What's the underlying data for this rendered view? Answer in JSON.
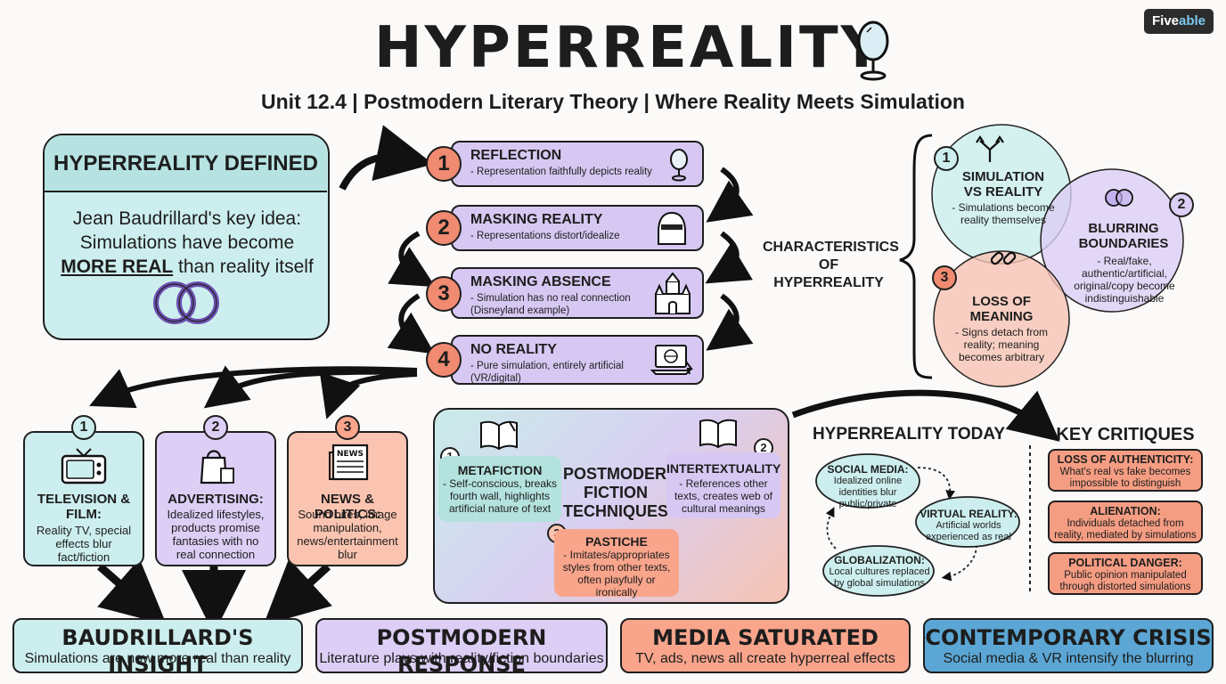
{
  "header": {
    "title": "HYPERREALITY",
    "subtitle": "Unit 12.4 | Postmodern Literary Theory | Where Reality Meets Simulation",
    "logo_a": "Five",
    "logo_b": "able"
  },
  "defined": {
    "heading": "HYPERREALITY DEFINED",
    "line1": "Jean Baudrillard's key idea:",
    "line2": "Simulations have become",
    "emph": "MORE REAL",
    "line3": " than reality itself"
  },
  "stages": [
    {
      "num": "1",
      "title": "REFLECTION",
      "desc": "- Representation faithfully depicts reality"
    },
    {
      "num": "2",
      "title": "MASKING REALITY",
      "desc": "- Representations distort/idealize"
    },
    {
      "num": "3",
      "title": "MASKING ABSENCE",
      "desc": "- Simulation has no real connection (Disneyland example)"
    },
    {
      "num": "4",
      "title": "NO REALITY",
      "desc": "- Pure simulation, entirely artificial (VR/digital)"
    }
  ],
  "characteristics": {
    "label_line1": "CHARACTERISTICS",
    "label_line2": "OF HYPERREALITY",
    "items": [
      {
        "num": "1",
        "title_line1": "SIMULATION",
        "title_line2": "VS REALITY",
        "desc_line1": "- Simulations become",
        "desc_line2": "reality themselves",
        "desc_line3": ""
      },
      {
        "num": "2",
        "title_line1": "BLURRING",
        "title_line2": "BOUNDARIES",
        "desc_line1": "- Real/fake,",
        "desc_line2": "authentic/artificial,",
        "desc_line3": "original/copy become",
        "desc_line4": "indistinguishable"
      },
      {
        "num": "3",
        "title_line1": "LOSS OF",
        "title_line2": "MEANING",
        "desc_line1": "- Signs detach from",
        "desc_line2": "reality; meaning",
        "desc_line3": "becomes arbitrary"
      }
    ]
  },
  "media": [
    {
      "num": "1",
      "title_line1": "TELEVISION &",
      "title_line2": "FILM:",
      "desc_line1": "Reality TV, special",
      "desc_line2": "effects blur",
      "desc_line3": "fact/fiction",
      "desc_line4": ""
    },
    {
      "num": "2",
      "title_line1": "ADVERTISING:",
      "title_line2": "",
      "desc_line1": "Idealized lifestyles,",
      "desc_line2": "products promise",
      "desc_line3": "fantasies with no",
      "desc_line4": "real connection"
    },
    {
      "num": "3",
      "title_line1": "NEWS & POLITICS:",
      "title_line2": "",
      "desc_line1": "Sound bites, image",
      "desc_line2": "manipulation,",
      "desc_line3": "news/entertainment",
      "desc_line4": "blur"
    }
  ],
  "fiction": {
    "center_line1": "POSTMODERN",
    "center_line2": "FICTION",
    "center_line3": "TECHNIQUES",
    "techniques": [
      {
        "num": "1",
        "title": "METAFICTION",
        "desc_line1": "- Self-conscious, breaks",
        "desc_line2": "fourth wall, highlights",
        "desc_line3": "artificial nature of text",
        "desc_line4": ""
      },
      {
        "num": "2",
        "title": "INTERTEXTUALITY",
        "desc_line1": "- References other",
        "desc_line2": "texts, creates web of",
        "desc_line3": "cultural meanings",
        "desc_line4": ""
      },
      {
        "num": "3",
        "title": "PASTICHE",
        "desc_line1": "- Imitates/appropriates",
        "desc_line2": "styles from other texts,",
        "desc_line3": "often playfully or",
        "desc_line4": "ironically"
      }
    ]
  },
  "today": {
    "heading": "HYPERREALITY TODAY",
    "items": [
      {
        "title": "SOCIAL MEDIA:",
        "desc_line1": "Idealized online",
        "desc_line2": "identities blur",
        "desc_line3": "public/private"
      },
      {
        "title": "VIRTUAL REALITY:",
        "desc_line1": "Artificial worlds",
        "desc_line2": "experienced as real",
        "desc_line3": ""
      },
      {
        "title": "GLOBALIZATION:",
        "desc_line1": "Local cultures replaced",
        "desc_line2": "by global simulations",
        "desc_line3": ""
      }
    ]
  },
  "critiques": {
    "heading": "KEY CRITIQUES",
    "items": [
      {
        "title": "LOSS OF AUTHENTICITY:",
        "desc_line1": "What's real vs fake becomes",
        "desc_line2": "impossible to distinguish"
      },
      {
        "title": "ALIENATION:",
        "desc_line1": "Individuals detached from",
        "desc_line2": "reality, mediated by simulations"
      },
      {
        "title": "POLITICAL DANGER:",
        "desc_line1": "Public opinion manipulated",
        "desc_line2": "through distorted simulations"
      }
    ]
  },
  "banners": [
    {
      "title": "BAUDRILLARD'S INSIGHT",
      "desc": "Simulations are now more real than reality"
    },
    {
      "title": "POSTMODERN RESPONSE",
      "desc": "Literature plays with reality/fiction boundaries"
    },
    {
      "title": "MEDIA SATURATED",
      "desc": "TV, ads, news all create hyperreal effects"
    },
    {
      "title": "CONTEMPORARY CRISIS",
      "desc": "Social media & VR intensify the blurring"
    }
  ],
  "icons": {
    "mirror": "mirror-icon",
    "mask": "veiled-mask-icon",
    "castle": "castle-icon",
    "vr": "laptop-vr-icon",
    "rings": "interlocking-rings-icon",
    "tv": "television-icon",
    "bag": "shopping-bag-icon",
    "news": "newspaper-icon",
    "book": "open-book-icon",
    "split": "split-arrow-icon",
    "link": "broken-link-icon"
  },
  "colors": {
    "teal": "#cdeeee",
    "purple": "#dccef5",
    "salmon": "#f9a58c",
    "blue": "#5ba6d4",
    "number_orange": "#f08a70"
  }
}
